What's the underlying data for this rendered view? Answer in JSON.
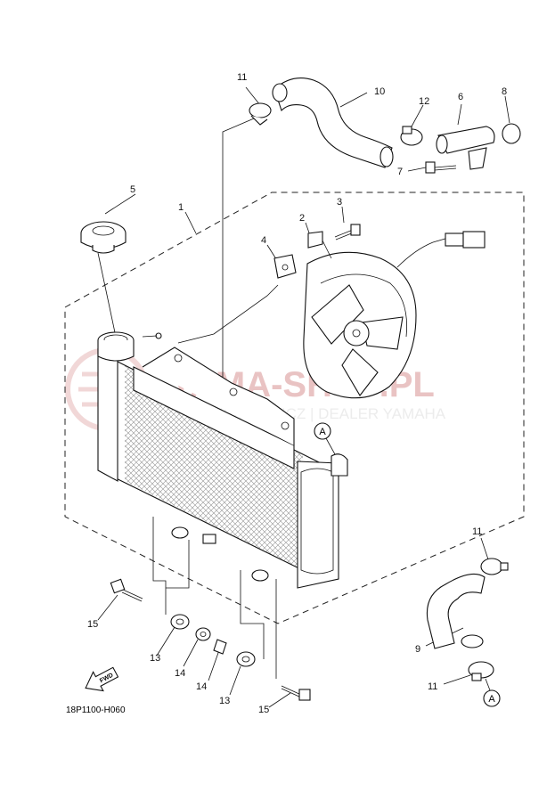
{
  "diagram": {
    "code": "18P1100-H060",
    "fwd_label": "FWD",
    "connector_label": "A"
  },
  "watermark": {
    "brand": "YAMA-SHOP.PL",
    "subtitle": "WOJCIECHOWICZ | DEALER YAMAHA",
    "color": "#e9c3c3"
  },
  "callouts": [
    {
      "id": "c1",
      "num": "1"
    },
    {
      "id": "c2",
      "num": "2"
    },
    {
      "id": "c3",
      "num": "3"
    },
    {
      "id": "c4",
      "num": "4"
    },
    {
      "id": "c5",
      "num": "5"
    },
    {
      "id": "c6",
      "num": "6"
    },
    {
      "id": "c7",
      "num": "7"
    },
    {
      "id": "c8",
      "num": "8"
    },
    {
      "id": "c9",
      "num": "9"
    },
    {
      "id": "c10",
      "num": "10"
    },
    {
      "id": "c11a",
      "num": "11"
    },
    {
      "id": "c11b",
      "num": "11"
    },
    {
      "id": "c11c",
      "num": "11"
    },
    {
      "id": "c12",
      "num": "12"
    },
    {
      "id": "c13a",
      "num": "13"
    },
    {
      "id": "c13b",
      "num": "13"
    },
    {
      "id": "c14a",
      "num": "14"
    },
    {
      "id": "c14b",
      "num": "14"
    },
    {
      "id": "c15a",
      "num": "15"
    },
    {
      "id": "c15b",
      "num": "15"
    }
  ]
}
